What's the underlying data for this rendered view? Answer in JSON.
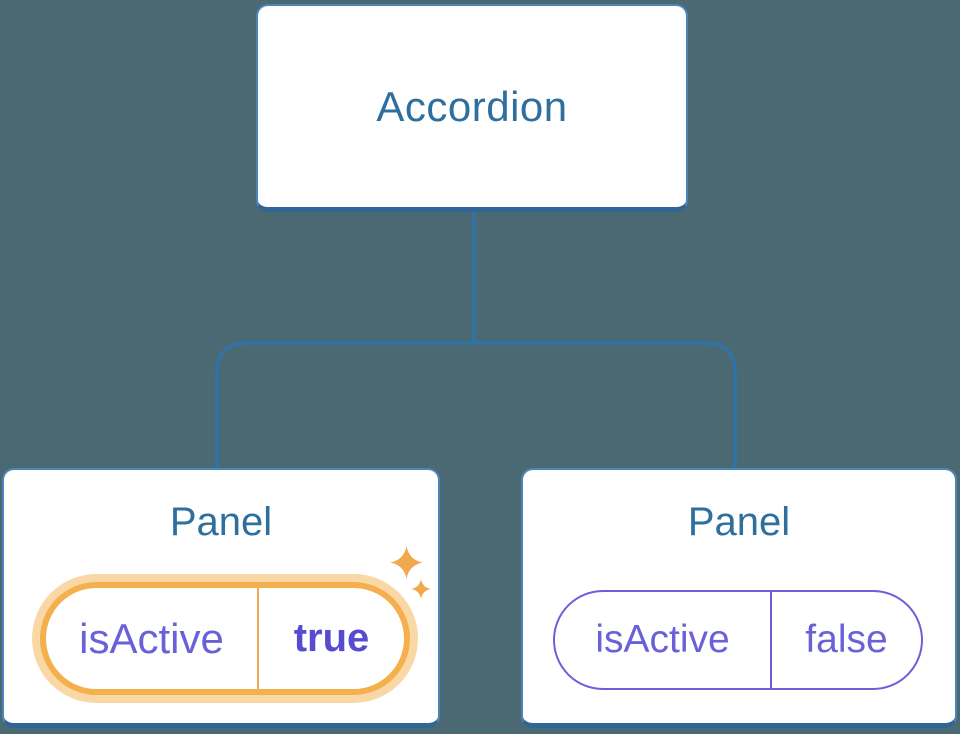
{
  "diagram": {
    "root": {
      "label": "Accordion"
    },
    "panels": [
      {
        "label": "Panel",
        "prop": "isActive",
        "value": "true",
        "highlighted": true
      },
      {
        "label": "Panel",
        "prop": "isActive",
        "value": "false",
        "highlighted": false
      }
    ]
  },
  "colors": {
    "background": "#4b6972",
    "box_fill": "#ffffff",
    "box_border": "#4a86b6",
    "box_border_bottom": "#2f6697",
    "title_text": "#2e6f9e",
    "connector": "#2e74a6",
    "state_text": "#6a61d8",
    "state_value_bold": "#564bd1",
    "highlight_border": "#f5b04e",
    "highlight_glow": "#f9d8a5",
    "sparkle": "#f2a94e"
  }
}
